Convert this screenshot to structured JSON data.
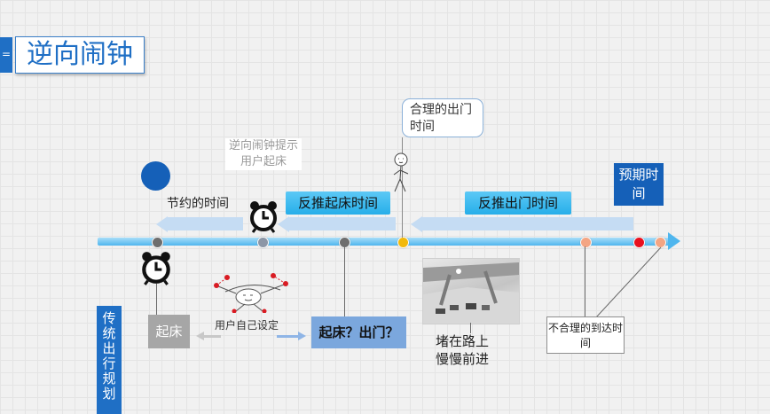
{
  "slide": {
    "title_tab_glyph": "=",
    "title": "逆向闹钟",
    "vertical_tag": "传统出行规划",
    "blue_circle_label": "节约的时间",
    "grey_note": "逆向闹钟提示用户起床",
    "cyan_labels": [
      "反推起床时间",
      "反推出门时间"
    ],
    "callout": "合理的出门时间",
    "deadline_box": "预期时间",
    "grey_box": "起床",
    "user_set_label": "用户自己设定",
    "blue_box": "起床？出门？",
    "traffic_caption": "堵在路上慢慢前进",
    "unreasonable_note": "不合理的到达时间"
  },
  "colors": {
    "accent": "#1560b8",
    "axis": "#4fb6ee",
    "cyan": "#27aee9",
    "grey_dot": "#6e6e6e",
    "yellow_dot": "#f2b90c",
    "salmon_dot": "#f4a583",
    "red_dot": "#e8101e"
  },
  "icons": [
    "alarm-clock-icon",
    "stick-figure-icon",
    "sleeping-figure-icon",
    "traffic-photo"
  ]
}
